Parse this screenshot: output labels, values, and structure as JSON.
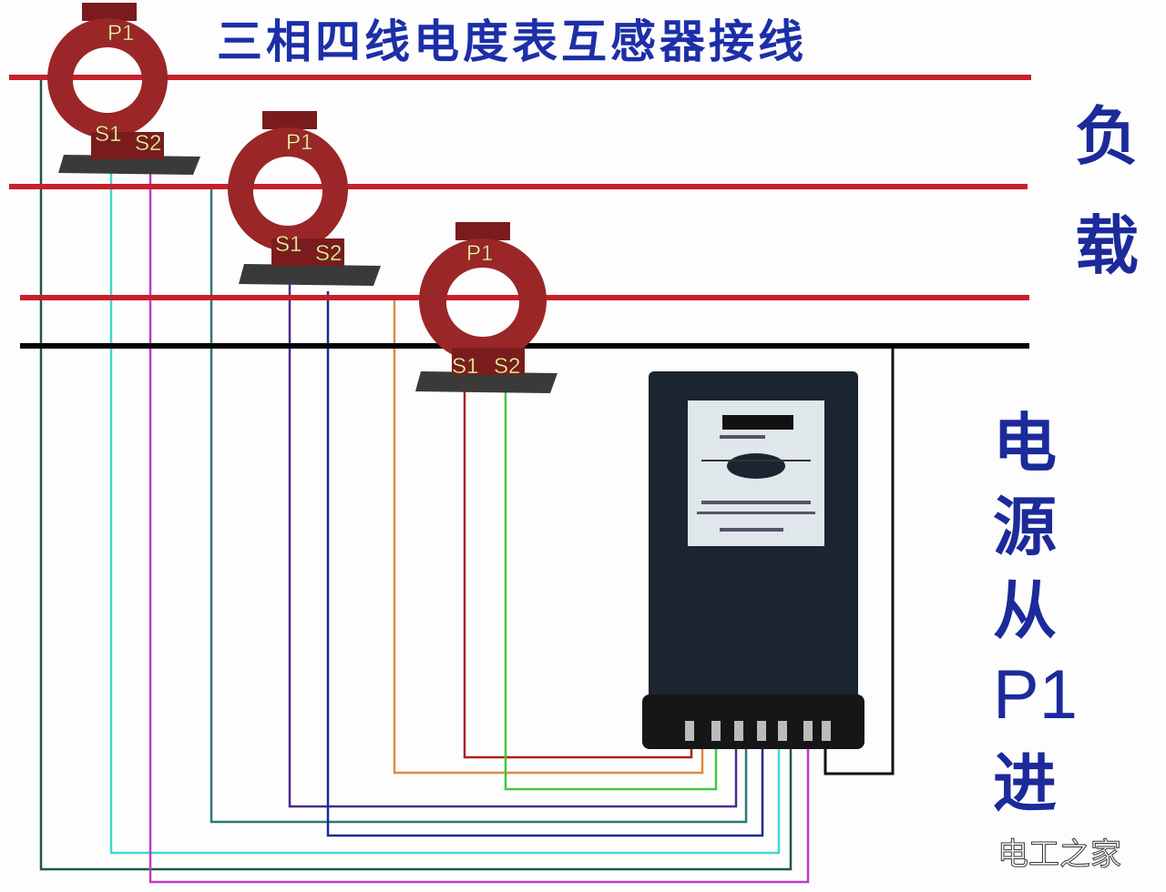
{
  "title": "三相四线电度表互感器接线",
  "side_labels": {
    "load": [
      "负",
      "载"
    ],
    "source": [
      "电",
      "源",
      "从",
      "P1",
      "进"
    ]
  },
  "ct_labels": {
    "primary": "P1",
    "s1": "S1",
    "s2": "S2"
  },
  "watermark": "电工之家",
  "colors": {
    "phase_line": "#c8202a",
    "neutral_line": "#000000",
    "text": "#1c2a9a",
    "ct_core": "#9a2628",
    "meter_body": "#1b2530"
  }
}
